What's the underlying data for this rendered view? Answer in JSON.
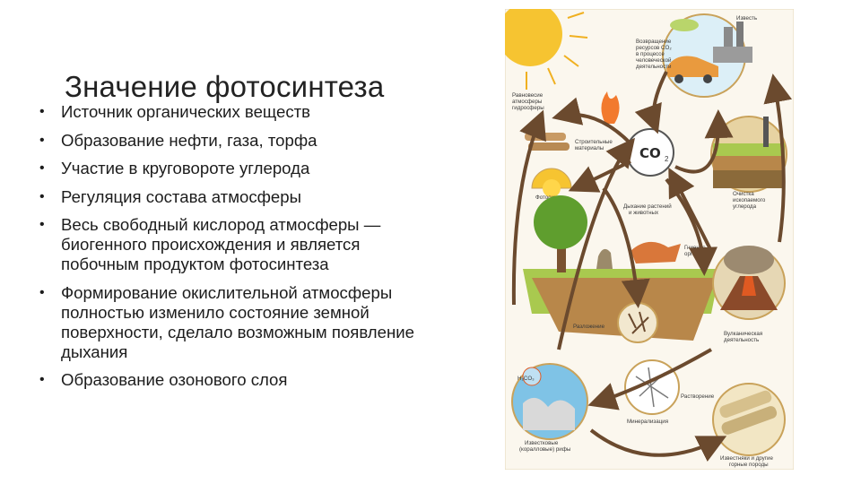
{
  "slide": {
    "title": "Значение фотосинтеза",
    "bullets": [
      "Источник органических веществ",
      "Образование нефти, газа, торфа",
      "Участие в круговороте углерода",
      "Регуляция состава атмосферы",
      "Весь свободный кислород атмосферы — биогенного происхождения и является побочным продуктом фотосинтеза",
      "Формирование окислительной атмосферы полностью изменило состояние земной поверхности, сделало возможным появление дыхания",
      "Образование озонового слоя"
    ],
    "bullet_symbol": "•"
  },
  "diagram": {
    "center": "CO",
    "center_sub": "2",
    "labels": {
      "industry": "Известь",
      "human_activity_1": "Возвращение",
      "human_activity_2": "ресурсов CO₂",
      "human_activity_3": "в процессе",
      "human_activity_4": "человеческой",
      "human_activity_5": "деятельности",
      "atmosphere_1": "Равновесие",
      "atmosphere_2": "атмосферы",
      "atmosphere_3": "гидросферы",
      "building_1": "Строительные",
      "building_2": "материалы",
      "photosynthesis": "Фотосинтез",
      "respiration_1": "Дыхание растений",
      "respiration_2": "и животных",
      "fuel_1": "Очистка",
      "fuel_2": "ископаемого",
      "fuel_3": "углерода",
      "decay_1": "Гниение",
      "decay_2": "органики",
      "decomposition": "Разложение",
      "volcanic_1": "Вулканическая",
      "volcanic_2": "деятельность",
      "mineral": "Минерализация",
      "dissolution": "Растворение",
      "limestone_1": "Известковые",
      "limestone_2": "(коралловые) рифы",
      "rocks_1": "Известняки и другие",
      "rocks_2": "горные породы",
      "water_co2": "H₂CO₃"
    },
    "colors": {
      "arrow": "#6b4a2e",
      "sky": "#bfe0f2",
      "water": "#7fc3e6",
      "soil": "#b8874a",
      "grass": "#a9c94f",
      "sun": "#f6c431",
      "frame": "#c9a25a"
    }
  }
}
